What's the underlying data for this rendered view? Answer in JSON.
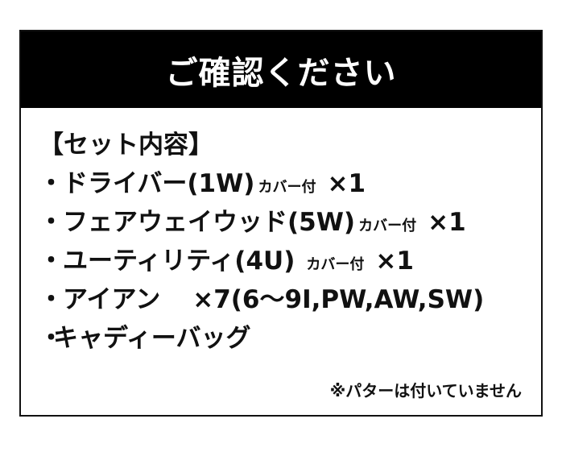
{
  "header": {
    "title": "ご確認ください"
  },
  "set_contents": {
    "title": "【セット内容】",
    "items": [
      {
        "bullet": "・",
        "name": "ドライバー(1W)",
        "note": "カバー付",
        "count": "×1"
      },
      {
        "bullet": "・",
        "name": "フェアウェイウッド(5W)",
        "note": "カバー付",
        "count": "×1"
      },
      {
        "bullet": "・",
        "name": "ユーティリティ(4U)",
        "note": "カバー付",
        "count": "×1"
      },
      {
        "bullet": "・",
        "name": "アイアン",
        "count": "×7(6〜9I,PW,AW,SW)"
      },
      {
        "bullet": "・",
        "name": "キャディーバッグ"
      }
    ]
  },
  "footnote": "※パターは付いていません"
}
